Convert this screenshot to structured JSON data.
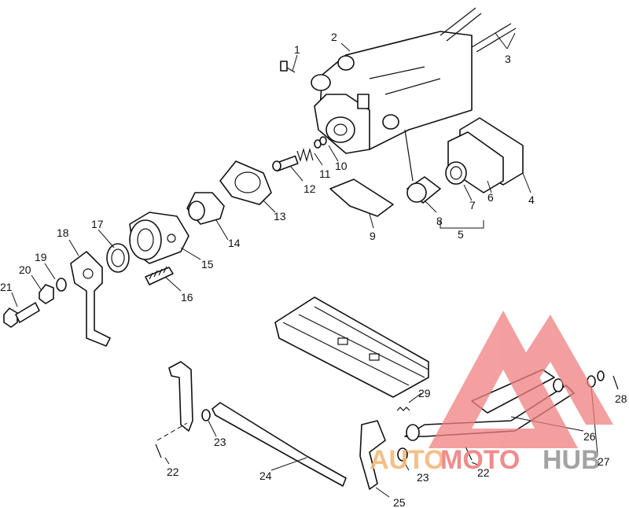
{
  "diagram": {
    "callouts": [
      "1",
      "2",
      "3",
      "4",
      "5",
      "6",
      "7",
      "8",
      "9",
      "10",
      "11",
      "12",
      "13",
      "14",
      "15",
      "16",
      "17",
      "18",
      "19",
      "20",
      "21",
      "22",
      "22",
      "23",
      "23",
      "24",
      "25",
      "26",
      "27",
      "28",
      "29"
    ]
  },
  "watermark": {
    "part1": "AUTO",
    "part2": "MOTO",
    "part3": "HUB",
    "colors": {
      "auto": "#f5b97a",
      "moto": "#f08080",
      "hub": "#9a9a9a",
      "logo": "#f08080"
    }
  }
}
